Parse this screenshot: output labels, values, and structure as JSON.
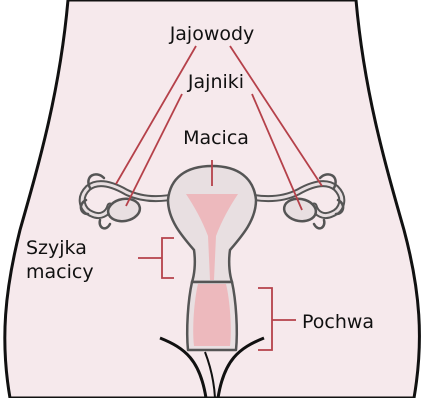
{
  "labels": {
    "jajowody": "Jajowody",
    "jajniki": "Jajniki",
    "macica": "Macica",
    "szyjka_line1": "Szyjka",
    "szyjka_line2": "macicy",
    "pochwa": "Pochwa"
  },
  "colors": {
    "skin": "#f6e9ec",
    "outline": "#111111",
    "organ_fill": "#e8dfe1",
    "organ_stroke": "#555555",
    "mucosa": "#edb9bd",
    "leader_line": "#b5414a"
  }
}
